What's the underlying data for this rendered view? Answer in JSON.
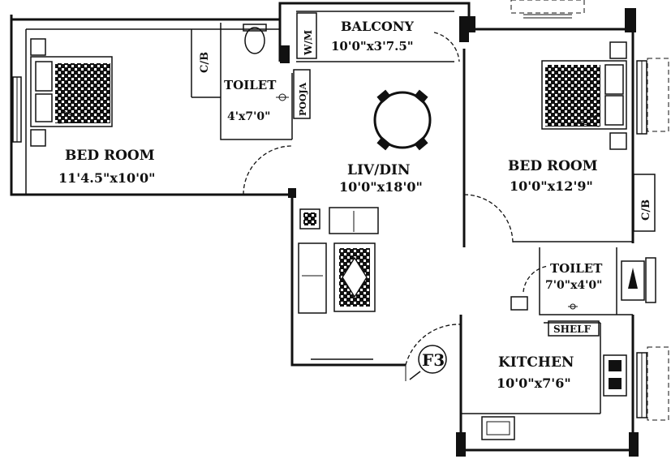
{
  "rooms": {
    "bedroom_left": {
      "name": "BED ROOM",
      "dim": "11'4.5\"x10'0\""
    },
    "toilet_top": {
      "name": "TOILET",
      "dim": "4'x7'0\""
    },
    "cb_left": "C/B",
    "wm": "W/M",
    "balcony": {
      "name": "BALCONY",
      "dim": "10'0\"x3'7.5\""
    },
    "pooja": "POOJA",
    "living": {
      "name": "LIV/DIN",
      "dim": "10'0\"x18'0\""
    },
    "bedroom_right": {
      "name": "BED ROOM",
      "dim": "10'0\"x12'9\""
    },
    "cb_right": "C/B",
    "toilet_right": {
      "name": "TOILET",
      "dim": "7'0\"x4'0\""
    },
    "shelf": "SHELF",
    "kitchen": {
      "name": "KITCHEN",
      "dim": "10'0\"x7'6\""
    },
    "flat_id": "F3"
  },
  "colors": {
    "ink": "#111111",
    "paper": "#ffffff"
  }
}
